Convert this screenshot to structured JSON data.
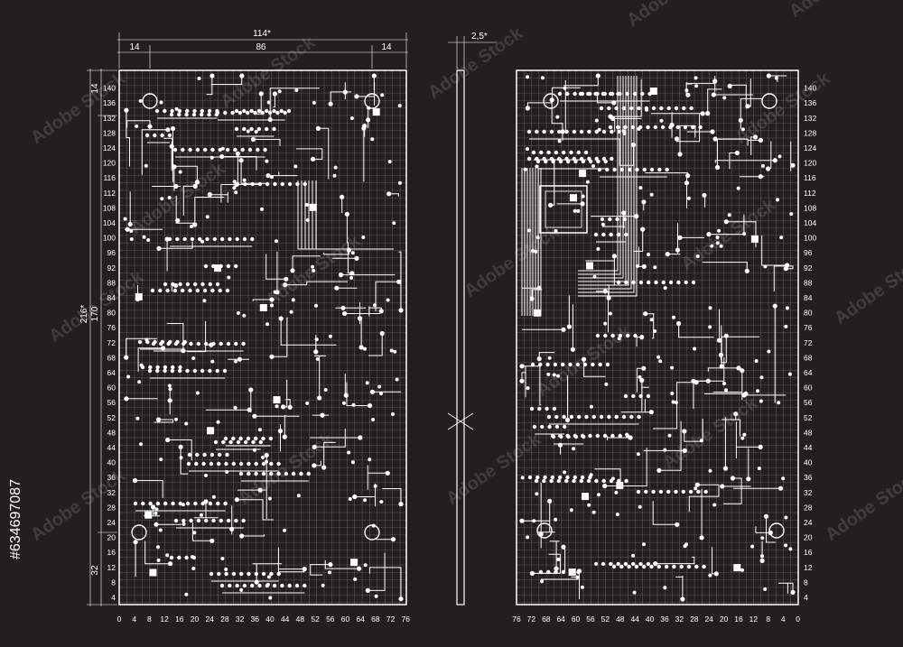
{
  "colors": {
    "background": "#231f20",
    "lines": "#ffffff",
    "grid": "#8a8a8a"
  },
  "dimensions": {
    "total_width": "114*",
    "left_margin": "14",
    "middle_width": "86",
    "right_margin": "14",
    "thickness": "2,5*",
    "total_height": "216*",
    "height_170": "170",
    "top_margin": "14",
    "bottom_margin": "32"
  },
  "y_scale": [
    "4",
    "8",
    "12",
    "16",
    "20",
    "24",
    "28",
    "32",
    "36",
    "40",
    "44",
    "48",
    "52",
    "56",
    "60",
    "64",
    "68",
    "72",
    "76",
    "80",
    "84",
    "88",
    "92",
    "96",
    "100",
    "104",
    "108",
    "112",
    "116",
    "120",
    "124",
    "128",
    "132",
    "136",
    "140"
  ],
  "x_scale_left": [
    "0",
    "4",
    "8",
    "12",
    "16",
    "20",
    "24",
    "28",
    "32",
    "36",
    "40",
    "44",
    "48",
    "52",
    "56",
    "60",
    "64",
    "68",
    "72",
    "76"
  ],
  "x_scale_right": [
    "76",
    "72",
    "68",
    "64",
    "60",
    "56",
    "52",
    "48",
    "44",
    "40",
    "36",
    "32",
    "28",
    "24",
    "20",
    "16",
    "12",
    "8",
    "4",
    "0"
  ],
  "watermark": {
    "text": "Adobe Stock",
    "stock_number": "#634697087"
  }
}
